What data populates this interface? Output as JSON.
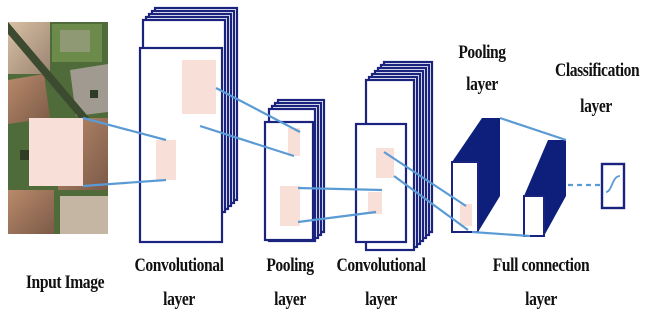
{
  "labels": {
    "input_image": "Input Image",
    "conv1_line1": "Convolutional",
    "conv1_line2": "layer",
    "pool1_line1": "Pooling",
    "pool1_line2": "layer",
    "conv2_line1": "Convolutional",
    "conv2_line2": "layer",
    "pool2_line1": "Pooling",
    "pool2_line2": "layer",
    "fc_line1": "Full connection",
    "fc_line2": "layer",
    "classification_line1": "Classification",
    "classification_line2": "layer"
  },
  "colors": {
    "frame": "#1a237e",
    "solid_block": "#0d1f7a",
    "patch": "#f8e0d8",
    "connector": "#5b9bd5",
    "text": "#111111"
  }
}
